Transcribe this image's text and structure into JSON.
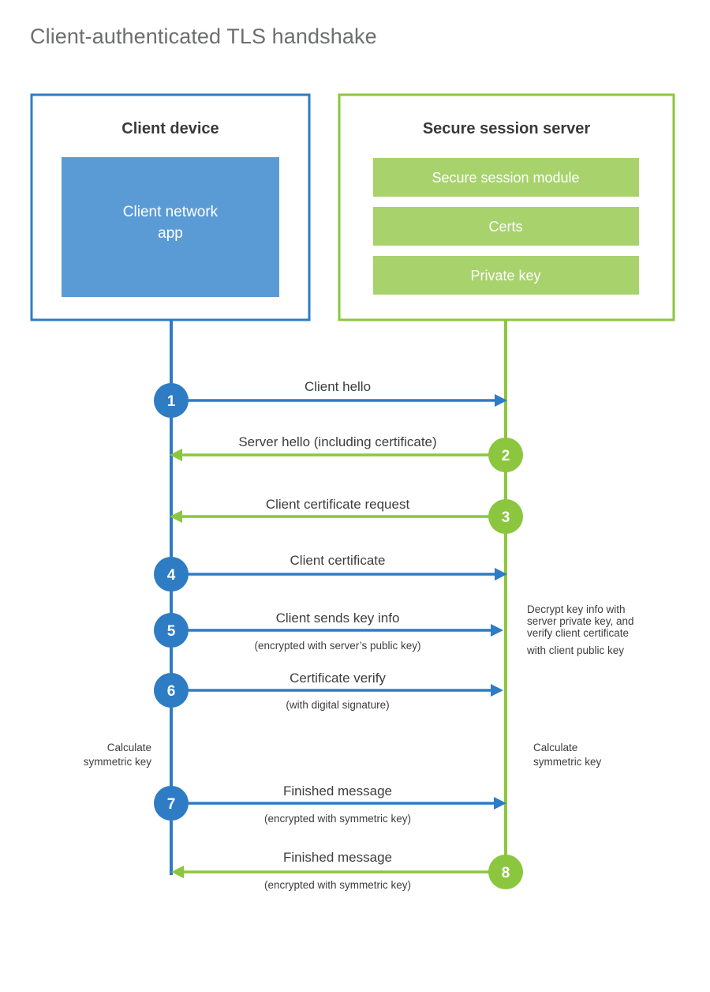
{
  "title": "Client-authenticated TLS handshake",
  "colors": {
    "client_border": "#2e7cc4",
    "client_fill": "#5b9bd5",
    "client_line": "#2e7cc4",
    "server_border": "#8cc63e",
    "server_bar": "#a8d26c",
    "server_line": "#8cc63e",
    "title_text": "#6d6e70",
    "body_text": "#3d3d3d",
    "heading_text": "#3a3a3a",
    "background": "#ffffff"
  },
  "nodes": {
    "client": {
      "title": "Client device",
      "inner_label_line1": "Client network",
      "inner_label_line2": "app"
    },
    "server": {
      "title": "Secure session server",
      "bars": [
        {
          "label": "Secure session module"
        },
        {
          "label": "Certs"
        },
        {
          "label": "Private key"
        }
      ]
    }
  },
  "steps": [
    {
      "number": "1",
      "label": "Client hello",
      "sublabel": "",
      "direction": "client-to-server",
      "color": "#2e7cc4"
    },
    {
      "number": "2",
      "label": "Server hello (including certificate)",
      "sublabel": "",
      "direction": "server-to-client",
      "color": "#8cc63e"
    },
    {
      "number": "3",
      "label": "Client certificate request",
      "sublabel": "",
      "direction": "server-to-client",
      "color": "#8cc63e"
    },
    {
      "number": "4",
      "label": "Client certificate",
      "sublabel": "",
      "direction": "client-to-server",
      "color": "#2e7cc4"
    },
    {
      "number": "5",
      "label": "Client sends key info",
      "sublabel": "(encrypted with server’s public key)",
      "direction": "client-to-server",
      "color": "#2e7cc4"
    },
    {
      "number": "6",
      "label": "Certificate verify",
      "sublabel": "(with digital signature)",
      "direction": "client-to-server",
      "color": "#2e7cc4"
    },
    {
      "number": "7",
      "label": "Finished message",
      "sublabel": "(encrypted with symmetric key)",
      "direction": "client-to-server",
      "color": "#2e7cc4"
    },
    {
      "number": "8",
      "label": "Finished message",
      "sublabel": "(encrypted with symmetric key)",
      "direction": "server-to-client",
      "color": "#8cc63e"
    }
  ],
  "annotations": {
    "server_decrypt": [
      "Decrypt key info with",
      "server private key, and",
      "verify client certificate",
      "with client public key"
    ],
    "client_calculate": [
      "Calculate",
      "symmetric key"
    ],
    "server_calculate": [
      "Calculate",
      "symmetric key"
    ]
  }
}
